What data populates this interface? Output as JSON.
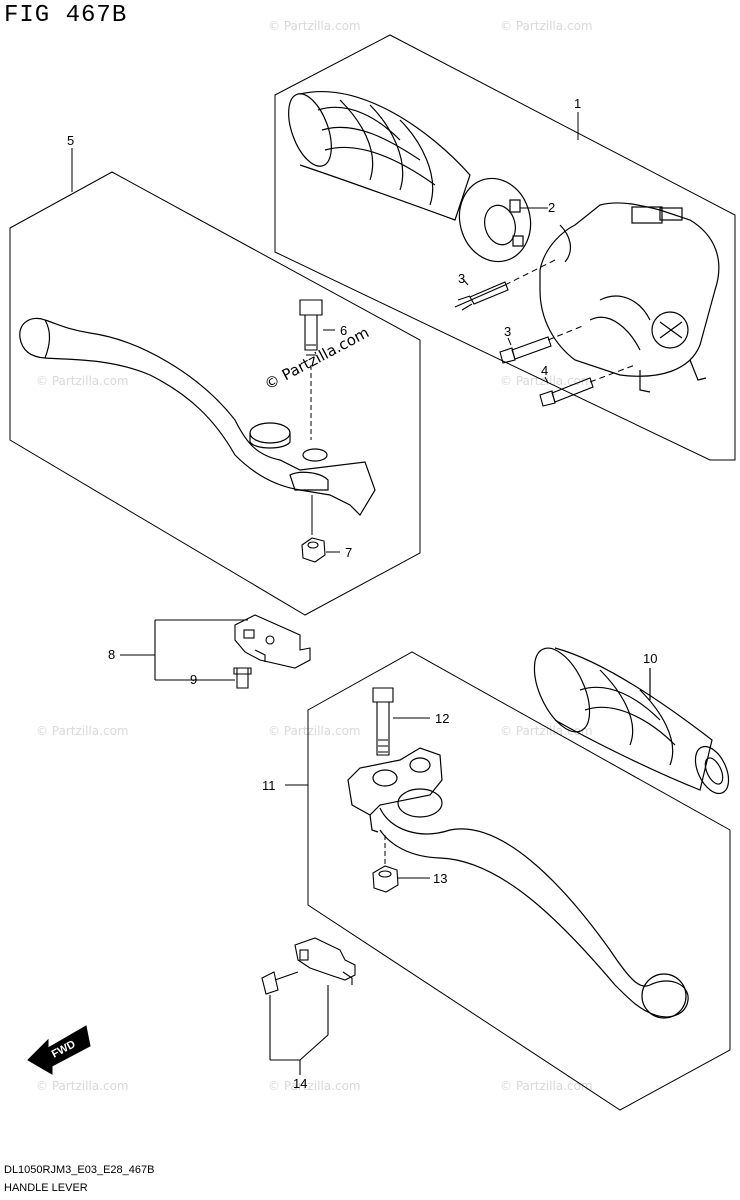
{
  "figure_title": "FIG 467B",
  "diagram_code": "DL1050RJM3_E03_E28_467B",
  "caption": "HANDLE LEVER",
  "watermark": "© Partzilla.com",
  "watermark_center": "© Partzilla.com",
  "fwd_label": "FWD",
  "callouts": [
    "1",
    "2",
    "3",
    "3",
    "4",
    "5",
    "6",
    "7",
    "8",
    "9",
    "10",
    "11",
    "12",
    "13",
    "14"
  ]
}
